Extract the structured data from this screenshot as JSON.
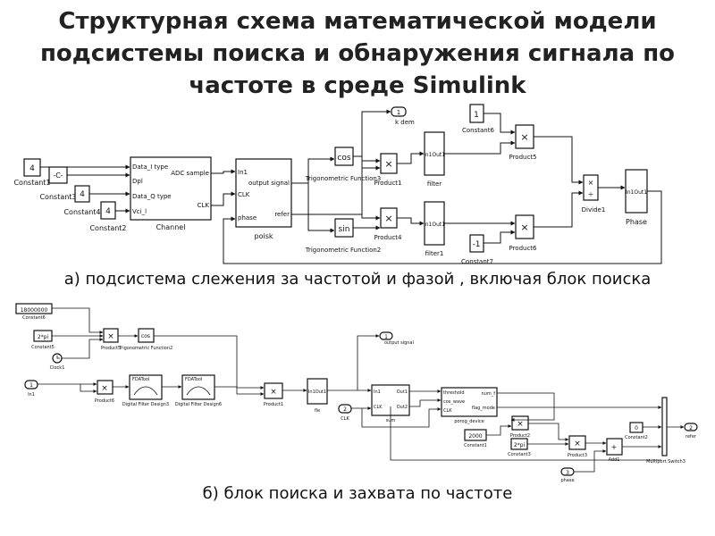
{
  "slide": {
    "title": "Структурная схема математической модели подсистемы поиска и обнаружения сигнала по частоте в среде Simulink",
    "caption_a": "а) подсистема слежения за частотой и фазой , включая блок поиска",
    "caption_b": "б) блок поиска и захвата по частоте"
  },
  "diagram_a": {
    "blocks": {
      "c1_val": "4",
      "c1_label": "Constant1",
      "c3_val": "-C-",
      "c3_label": "Constant3",
      "c4_val": "4",
      "c4_label": "Constant4",
      "c2_val": "4",
      "c2_label": "Constant2",
      "channel_label": "Channel",
      "channel_in1": "Data_I type",
      "channel_in2": "Dpl",
      "channel_in3": "Data_Q type",
      "channel_in4": "Vci_l",
      "channel_out1": "ADC sample",
      "channel_out2": "CLK",
      "poisk_label": "poisk",
      "poisk_in1": "In1",
      "poisk_in2": "CLK",
      "poisk_in3": "phase",
      "poisk_out1": "output signal",
      "poisk_out2": "refer",
      "cos_text": "cos",
      "cos_label": "Trigonometric Function3",
      "sin_text": "sin",
      "sin_label": "Trigonometric Function2",
      "product1_label": "Product1",
      "product4_label": "Product4",
      "filter_text": "In1Out1",
      "filter_label": "filter",
      "filter1_text": "In1Out1",
      "filter1_label": "filter1",
      "kdem_num": "1",
      "kdem_label": "k dem",
      "c6_val": "1",
      "c6_label": "Constant6",
      "c7_val": "-1",
      "c7_label": "Constant7",
      "product5_label": "Product5",
      "product6_label": "Product6",
      "divide_label": "Divide1",
      "phase_text": "In1Out1",
      "phase_label": "Phase",
      "mult": "×",
      "div_mult": "×",
      "div_div": "÷"
    }
  },
  "diagram_b": {
    "blocks": {
      "c6_val": "18000000",
      "c6_label": "Constant6",
      "c5_val": "2*pi",
      "c5_label": "Constant5",
      "clock_label": "Clock1",
      "product5_label": "Product5",
      "trig2_text": "cos",
      "trig2_label": "Trigonometric Function2",
      "in1_num": "1",
      "in1_label": "In1",
      "product6_label": "Product6",
      "fda_text": "FDATool",
      "dfd3_label": "Digital Filter Design3",
      "dfd6_label": "Digital Filter Design6",
      "product1_label": "Product1",
      "fle_text": "In1Out1",
      "fle_label": "fle",
      "outsig_num": "1",
      "outsig_label": "output signal",
      "clk_num": "2",
      "clk_label": "CLK",
      "sum_label": "sum",
      "sum_in1": "In1",
      "sum_in2": "CLK",
      "sum_out1": "Out1",
      "sum_out2": "Out2",
      "porog_label": "porog_device",
      "porog_in1": "threshold",
      "porog_in2": "cos_wave",
      "porog_in3": "CLK",
      "porog_out1": "num_f",
      "porog_out2": "flag_mode",
      "product2_label": "Product2",
      "product3_label": "Product3",
      "c1_val": "2000",
      "c1_label": "Constant1",
      "c3_val": "2*pi",
      "c3_label": "Constant3",
      "add1_label": "Add1",
      "c2_val": "0",
      "c2_label": "Constant2",
      "refer_num": "2",
      "refer_label": "refer",
      "switch_label": "Multiport Switch3",
      "phase_num": "3",
      "phase_label": "phase",
      "mult": "×"
    }
  }
}
